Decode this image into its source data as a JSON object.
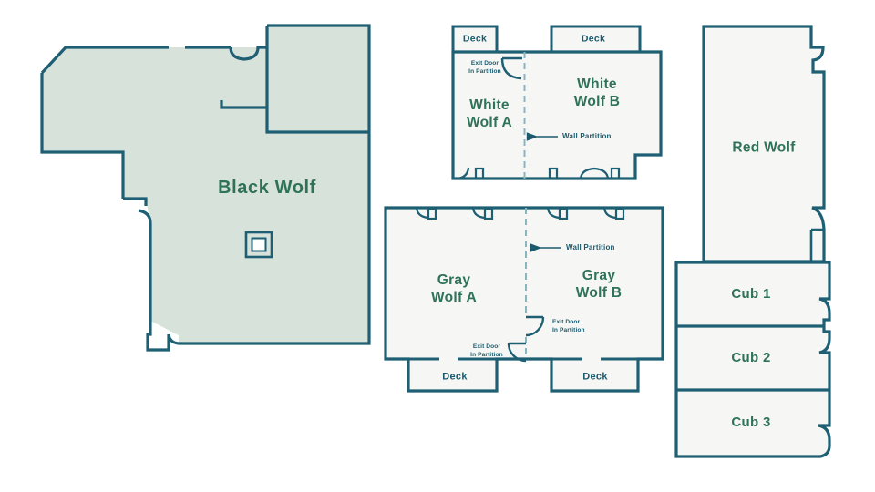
{
  "colors": {
    "wall": "#1e5f73",
    "room_fill": "#f6f7f4",
    "black_wolf_fill": "#d7e2db",
    "label_green": "#2e7257",
    "label_teal": "#1b5a6e",
    "partition_dash": "#8ab5bf",
    "background": "#ffffff"
  },
  "plan": {
    "rooms": {
      "black_wolf": "Black Wolf",
      "white_wolf_a": "White\nWolf A",
      "white_wolf_b": "White\nWolf B",
      "gray_wolf_a": "Gray\nWolf A",
      "gray_wolf_b": "Gray\nWolf B",
      "red_wolf": "Red Wolf",
      "cub_1": "Cub 1",
      "cub_2": "Cub 2",
      "cub_3": "Cub 3"
    },
    "deck_label": "Deck",
    "wall_partition_label": "Wall Partition",
    "exit_door_label": "Exit Door\nIn Partition"
  }
}
